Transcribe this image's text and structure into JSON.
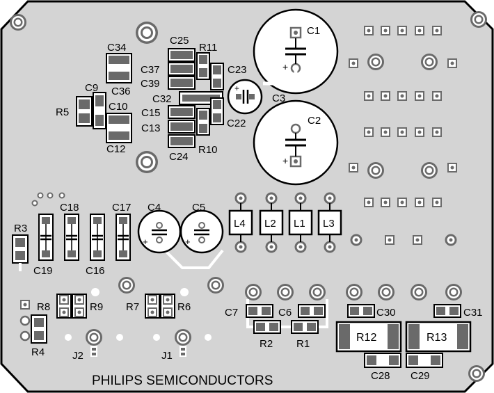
{
  "board": {
    "footer_text": "PHILIPS SEMICONDUCTORS",
    "colors": {
      "background": "#ffffff",
      "board": "#d4d4d4",
      "outline": "#000000",
      "pad_dark": "#6a6a6a"
    }
  },
  "labels": {
    "C1": "C1",
    "C2": "C2",
    "C3": "C3",
    "C4": "C4",
    "C5": "C5",
    "C6": "C6",
    "C7": "C7",
    "C9": "C9",
    "C10": "C10",
    "C12": "C12",
    "C13": "C13",
    "C15": "C15",
    "C16": "C16",
    "C17": "C17",
    "C18": "C18",
    "C19": "C19",
    "C22": "C22",
    "C23": "C23",
    "C24": "C24",
    "C25": "C25",
    "C28": "C28",
    "C29": "C29",
    "C30": "C30",
    "C31": "C31",
    "C32": "C32",
    "C34": "C34",
    "C36": "C36",
    "C37": "C37",
    "C39": "C39",
    "R1": "R1",
    "R2": "R2",
    "R3": "R3",
    "R4": "R4",
    "R5": "R5",
    "R6": "R6",
    "R7": "R7",
    "R8": "R8",
    "R9": "R9",
    "R10": "R10",
    "R11": "R11",
    "R12": "R12",
    "R13": "R13",
    "L1": "L1",
    "L2": "L2",
    "L3": "L3",
    "L4": "L4",
    "J1": "J1",
    "J2": "J2",
    "plus": "+"
  }
}
